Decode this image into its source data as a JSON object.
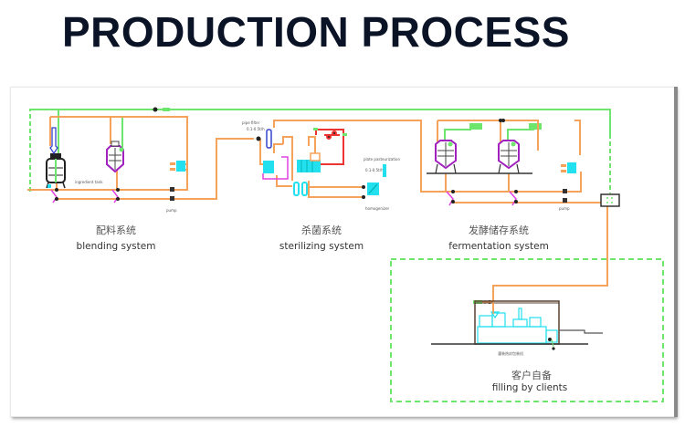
{
  "title": "PRODUCTION PROCESS",
  "colors": {
    "title": "#0b1326",
    "product_pipe": "#f5a25a",
    "cip_pipe": "#6ee66e",
    "hot_water": "#ee3333",
    "equipment": "#22e0ee",
    "tank_jacket": "#a020c0",
    "valve": "#e040e0"
  },
  "sections": {
    "blending": {
      "cn": "配料系统",
      "en": "blending system",
      "labels": {
        "tank": "ingredient tank",
        "pump": "pump"
      }
    },
    "sterilizing": {
      "cn": "杀菌系统",
      "en": "sterilizing system",
      "labels": {
        "filter": "pipe filter",
        "filter_sub": "0.1-0.5t/h",
        "pasteurization": "plate pasteurization",
        "pasteurization_sub": "0.1-0.5t/h",
        "homogenizer": "homogenizer"
      }
    },
    "fermentation": {
      "cn": "发酵储存系统",
      "en": "fermentation system",
      "labels": {
        "pump": "pump"
      }
    },
    "filling": {
      "cn": "客户自备",
      "en": "filling by clients",
      "labels": {
        "machine": "灌装热封包装机"
      }
    }
  }
}
